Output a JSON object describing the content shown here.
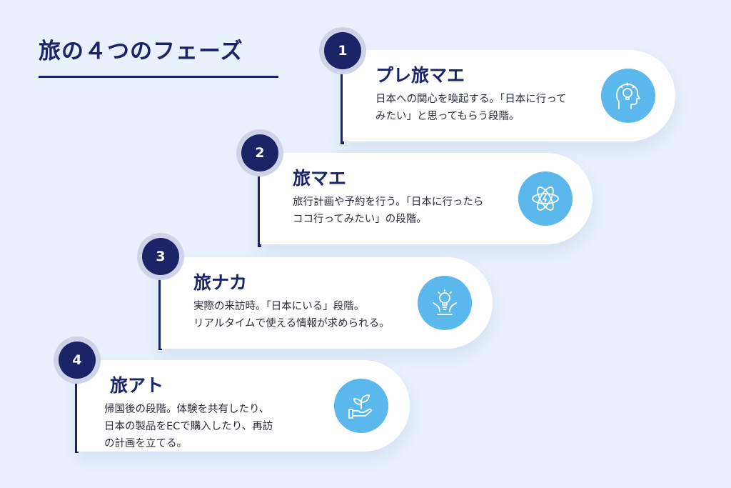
{
  "title": "旅の４つのフェーズ",
  "colors": {
    "navy": "#1b2466",
    "accent": "#5bb8ec",
    "background": "#e9f1fd"
  },
  "phases": [
    {
      "number": "1",
      "title": "プレ旅マエ",
      "description": "日本への関心を喚起する。「日本に行って\nみたい」と思ってもらう段階。",
      "icon": "head-lightbulb-icon"
    },
    {
      "number": "2",
      "title": "旅マエ",
      "description": "旅行計画や予約を行う。「日本に行ったら\nココ行ってみたい」の段階。",
      "icon": "atom-icon"
    },
    {
      "number": "3",
      "title": "旅ナカ",
      "description": "実際の来訪時。「日本にいる」段階。\nリアルタイムで使える情報が求められる。",
      "icon": "lightbulb-hand-icon"
    },
    {
      "number": "4",
      "title": "旅アト",
      "description": "帰国後の段階。体験を共有したり、\n日本の製品をECで購入したり、再訪\nの計画を立てる。",
      "icon": "plant-hand-icon"
    }
  ]
}
